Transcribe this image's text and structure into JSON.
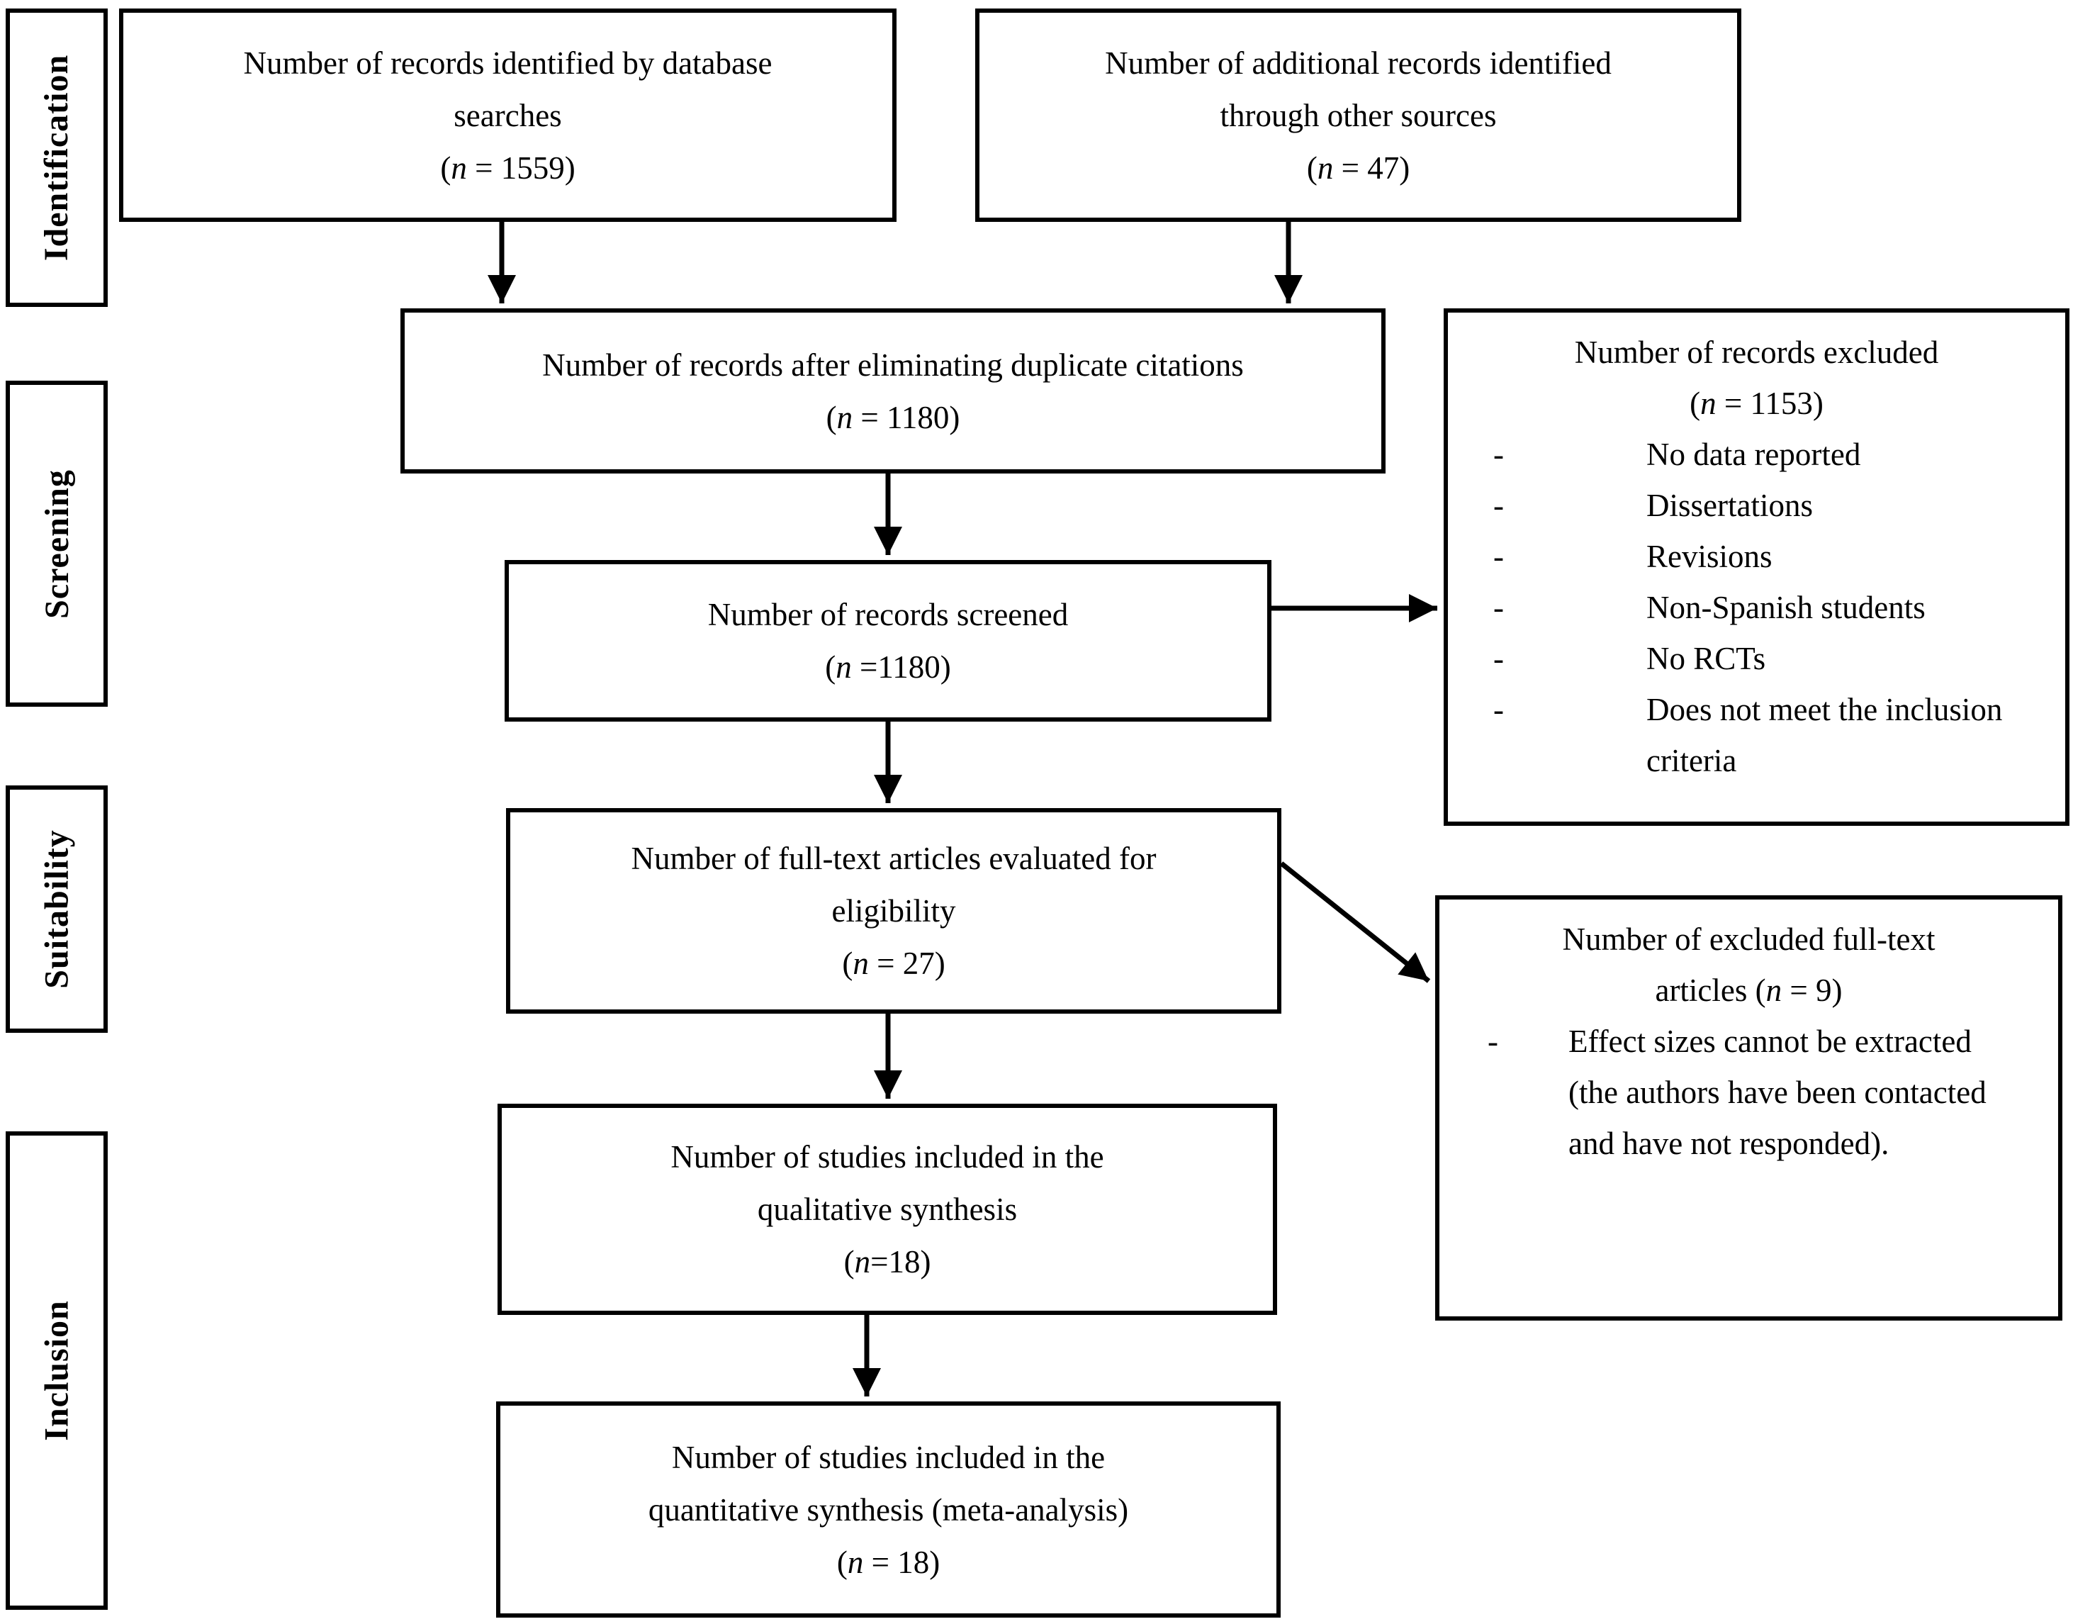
{
  "diagram": {
    "colors": {
      "ink": "#000000",
      "background": "#ffffff"
    },
    "stage_labels": [
      "Identification",
      "Screening",
      "Suitability",
      "Inclusion"
    ],
    "boxes": {
      "db_search": {
        "lines": [
          "Number of records identified by database",
          "searches"
        ],
        "n": {
          "pre": "(",
          "char": "n",
          "post": " = 1559)"
        }
      },
      "other_sources": {
        "lines": [
          "Number of additional records identified",
          "through other sources"
        ],
        "n": {
          "pre": "(",
          "char": "n",
          "post": " = 47)"
        }
      },
      "deduplicated": {
        "lines": [
          "Number of records after eliminating duplicate citations"
        ],
        "n": {
          "pre": "(",
          "char": "n",
          "post": " = 1180)"
        }
      },
      "excluded_records": {
        "lines": [
          "Number of records excluded"
        ],
        "n": {
          "pre": "(",
          "char": "n",
          "post": " = 1153)"
        },
        "bullet_marker": "-",
        "items": [
          "No data reported",
          "Dissertations",
          "Revisions",
          "Non-Spanish students",
          "No RCTs",
          "Does not meet the inclusion criteria"
        ]
      },
      "screened": {
        "lines": [
          "Number of records screened"
        ],
        "n": {
          "pre": "(",
          "char": "n",
          "post": " =1180)"
        }
      },
      "fulltext_evaluated": {
        "lines": [
          "Number of full-text articles evaluated for",
          "eligibility"
        ],
        "n": {
          "pre": "(",
          "char": "n",
          "post": " = 27)"
        }
      },
      "excluded_fulltext": {
        "lines": [
          "Number of excluded full-text"
        ],
        "line2": {
          "pre": "articles (",
          "char": "n",
          "post": " = 9)"
        },
        "bullet_marker": "-",
        "items": [
          "Effect sizes cannot be extracted (the authors have been contacted and have not responded)."
        ]
      },
      "qualitative": {
        "lines": [
          "Number of studies included in the",
          "qualitative synthesis"
        ],
        "n": {
          "pre": "(",
          "char": "n",
          "post": "=18)"
        }
      },
      "quantitative": {
        "lines": [
          "Number of studies included in the",
          "quantitative synthesis (meta-analysis)"
        ],
        "n": {
          "pre": "(",
          "char": "n",
          "post": " = 18)"
        }
      }
    }
  }
}
